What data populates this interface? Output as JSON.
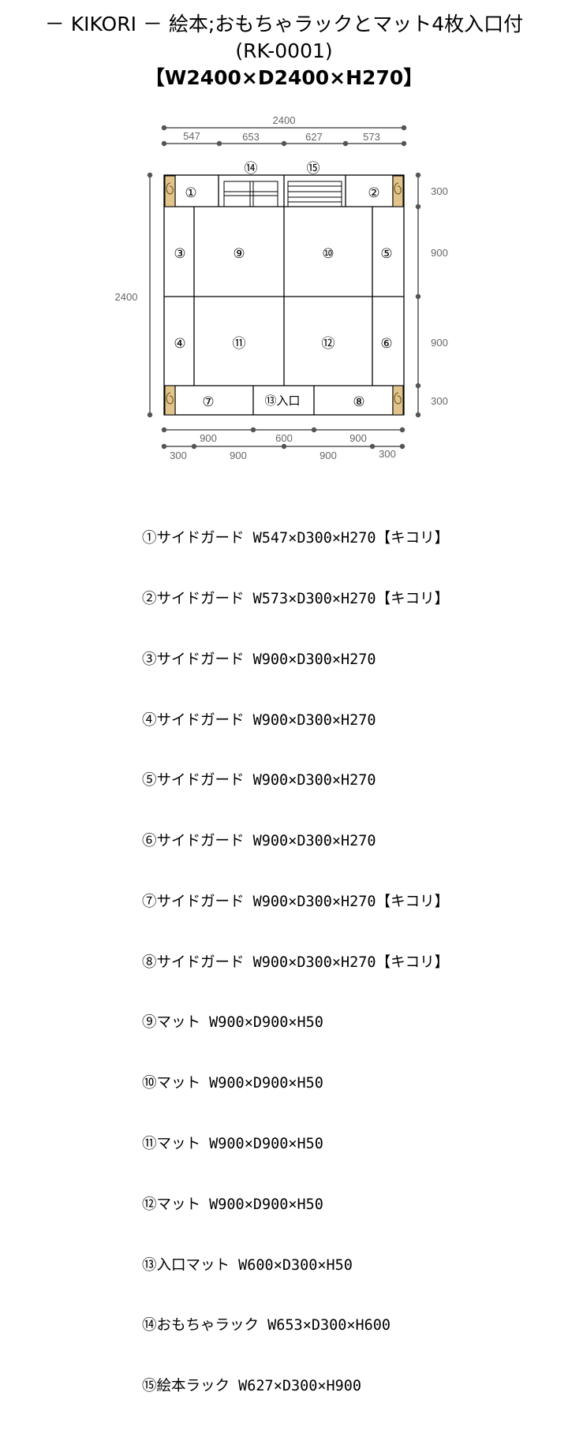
{
  "title": {
    "line1": "－ KIKORI － 絵本;おもちゃラックとマット4枚入口付",
    "line2": "(RK-0001)",
    "line3": "【W2400×D2400×H270】"
  },
  "dims": {
    "top_total": "2400",
    "top": [
      "547",
      "653",
      "627",
      "573"
    ],
    "left": "2400",
    "right": [
      "300",
      "900",
      "900",
      "300"
    ],
    "bottom1": [
      "900",
      "600",
      "900"
    ],
    "bottom2": [
      "300",
      "900",
      "900",
      "300"
    ]
  },
  "labels": {
    "p1": "①",
    "p2": "②",
    "p3": "③",
    "p4": "④",
    "p5": "⑤",
    "p6": "⑥",
    "p7": "⑦",
    "p8": "⑧",
    "p9": "⑨",
    "p10": "⑩",
    "p11": "⑪",
    "p12": "⑫",
    "p13": "⑬入口",
    "p14": "⑭",
    "p15": "⑮"
  },
  "colors": {
    "post": "#e0c48c",
    "line": "#000000",
    "dim": "#555555"
  },
  "parts": [
    "①サイドガード W547×D300×H270【キコリ】",
    "②サイドガード W573×D300×H270【キコリ】",
    "③サイドガード W900×D300×H270",
    "④サイドガード W900×D300×H270",
    "⑤サイドガード W900×D300×H270",
    "⑥サイドガード W900×D300×H270",
    "⑦サイドガード W900×D300×H270【キコリ】",
    "⑧サイドガード W900×D300×H270【キコリ】",
    "⑨マット W900×D900×H50",
    "⑩マット W900×D900×H50",
    "⑪マット W900×D900×H50",
    "⑫マット W900×D900×H50",
    "⑬入口マット W600×D300×H50",
    "⑭おもちゃラック W653×D300×H600",
    "⑮絵本ラック W627×D300×H900"
  ]
}
